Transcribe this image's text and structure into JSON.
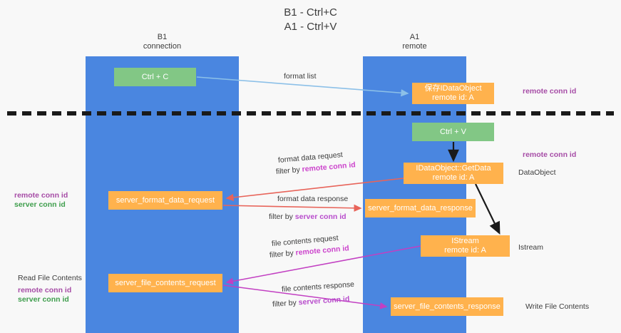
{
  "title": "B1 - Ctrl+C\nA1 - Ctrl+V",
  "lanes": [
    {
      "name": "b1",
      "label": "B1\nconnection"
    },
    {
      "name": "a1",
      "label": "A1\nremote"
    }
  ],
  "nodes": {
    "ctrl_c": "Ctrl + C",
    "save_idataobject": "保存IDataObject\nremote id: A",
    "ctrl_v": "Ctrl + V",
    "idataobject_getdata": "IDataObject::GetData\nremote id: A",
    "server_format_data_request": "server_format_data_request",
    "server_format_data_response": "server_format_data_response",
    "istream": "IStream\nremote id: A",
    "server_file_contents_request": "server_file_contents_request",
    "server_file_contents_response": "server_file_contents_response"
  },
  "annotations": {
    "remote_conn_id_top": "remote conn id",
    "remote_conn_id_mid": "remote conn id",
    "dataobject": "DataObject",
    "istream_label": "Istream",
    "write_file_contents": "Write File Contents",
    "left_remote_conn_id_1": "remote conn id",
    "left_server_conn_id_1": "server conn id",
    "read_file_contents": "Read File Contents",
    "left_remote_conn_id_2": "remote conn id",
    "left_server_conn_id_2": "server conn id"
  },
  "edge_labels": {
    "format_list": "format list",
    "format_data_request": "format data request",
    "filter_by_remote_1_prefix": "filter by ",
    "filter_by_remote_1_key": "remote conn id",
    "format_data_response": "format data response",
    "filter_by_server_1_prefix": "filter by ",
    "filter_by_server_1_key": "server conn id",
    "file_contents_request": "file contents request",
    "filter_by_remote_2_prefix": "filter by ",
    "filter_by_remote_2_key": "remote conn id",
    "file_contents_response": "file contents response",
    "filter_by_server_2_prefix": "filter by ",
    "filter_by_server_2_key": "server conn id"
  },
  "colors": {
    "lane": "#4a86e0",
    "green_node": "#82c785",
    "orange_node": "#ffb24d",
    "purple_text": "#a64ca6",
    "green_text": "#3f9e4d",
    "magenta_edge": "#c23fc2",
    "red_edge": "#e8645a",
    "blue_edge": "#8cc0e8",
    "black_edge": "#1a1a1a",
    "background": "#f8f8f8"
  }
}
